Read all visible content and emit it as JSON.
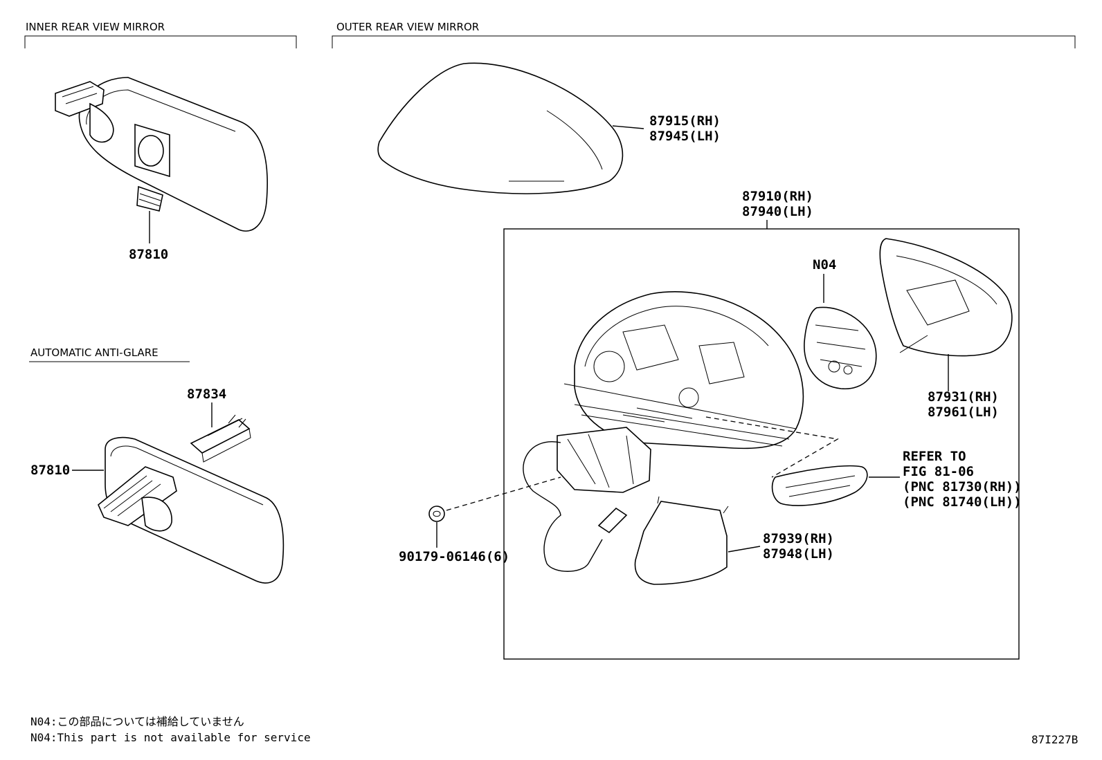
{
  "sections": {
    "inner": "INNER REAR VIEW MIRROR",
    "outer": "OUTER REAR VIEW MIRROR",
    "auto": "AUTOMATIC ANTI-GLARE"
  },
  "labels": {
    "inner_mirror": "87810",
    "auto_mirror": "87810",
    "cover_plate": "87834",
    "mirror_cover_rh": "87915(RH)",
    "mirror_cover_lh": "87945(LH)",
    "mirror_assy_rh": "87910(RH)",
    "mirror_assy_lh": "87940(LH)",
    "motor": "N04",
    "glass_rh": "87931(RH)",
    "glass_lh": "87961(LH)",
    "refer_1": "REFER TO",
    "refer_2": "FIG 81-06",
    "refer_3": "(PNC 81730(RH))",
    "refer_4": "(PNC 81740(LH))",
    "lower_cover_rh": "87939(RH)",
    "lower_cover_lh": "87948(LH)",
    "nut": "90179-06146(6)"
  },
  "notes": {
    "jp": "N04:この部品については補給していません",
    "en": "N04:This part is not available for service"
  },
  "figure_id": "87I227B"
}
